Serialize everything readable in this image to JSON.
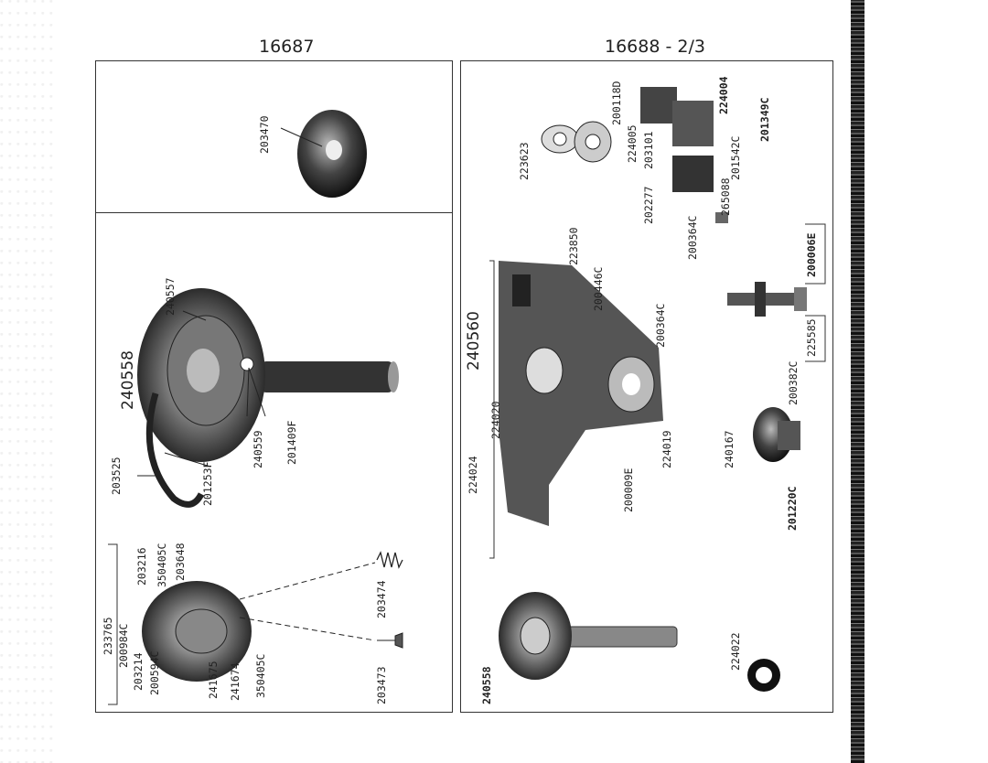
{
  "header": {
    "left_page": "16687",
    "right_page": "16688 - 2/3"
  },
  "left_top_panel": {
    "parts": [
      "203470"
    ]
  },
  "left_bottom_panel": {
    "assembly": "240558",
    "parts": [
      "240557",
      "240559",
      "201409F",
      "201253F",
      "203525"
    ],
    "sub_assembly": {
      "number": "233765",
      "parts": [
        "200984C",
        "203214",
        "200594C",
        "241675",
        "241674",
        "350405C",
        "203216",
        "350405C",
        "203648",
        "203474",
        "203473"
      ]
    }
  },
  "right_panel": {
    "top_parts": [
      "223623",
      "200118D",
      "224004",
      "224005",
      "203101",
      "201349C",
      "201542C",
      "202277",
      "265088",
      "200364C"
    ],
    "group": {
      "number": "240560",
      "sub_number": "224024",
      "parts": [
        "224020",
        "223850",
        "200446C",
        "200364C",
        "200009E",
        "224019"
      ]
    },
    "screw_parts": [
      "200006E",
      "225585",
      "200382C"
    ],
    "gear_parts": [
      "240167",
      "201220C"
    ],
    "bottom_parts": [
      "240558",
      "224022"
    ]
  }
}
